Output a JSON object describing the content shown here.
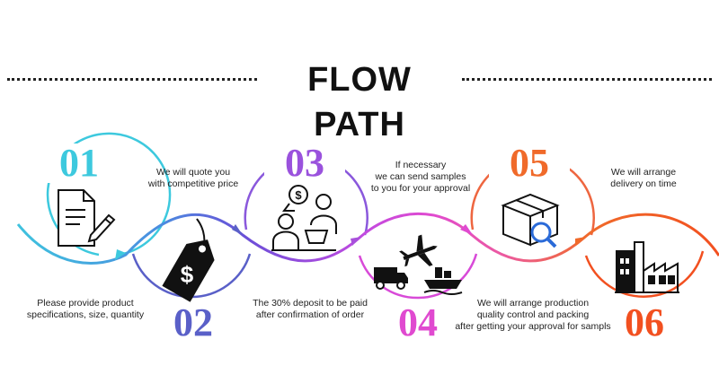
{
  "title": "FLOW PATH",
  "colors": {
    "step1": "#3dc9de",
    "step2": "#5a60c8",
    "step3": "#9a52dd",
    "step4": "#e04ad0",
    "step5": "#f06a2a",
    "step6": "#f25020"
  },
  "steps": [
    {
      "number": "01",
      "icon": "document-pen-icon",
      "text": [
        "Please provide product",
        "specifications, size, quantity"
      ]
    },
    {
      "number": "02",
      "icon": "price-tag-icon",
      "text": [
        "We will quote you",
        "with competitive price"
      ]
    },
    {
      "number": "03",
      "icon": "meeting-payment-icon",
      "text": [
        "The 30% deposit to be paid",
        "after confirmation of order"
      ]
    },
    {
      "number": "04",
      "icon": "shipping-transport-icon",
      "text": [
        "If necessary",
        "we can send samples",
        "to you for your approval"
      ]
    },
    {
      "number": "05",
      "icon": "package-inspect-icon",
      "text": [
        "We will arrange production",
        "quality control and packing",
        "after getting your approval for sampls"
      ]
    },
    {
      "number": "06",
      "icon": "factory-icon",
      "text": [
        "We will arrange",
        "delivery on time"
      ]
    }
  ]
}
